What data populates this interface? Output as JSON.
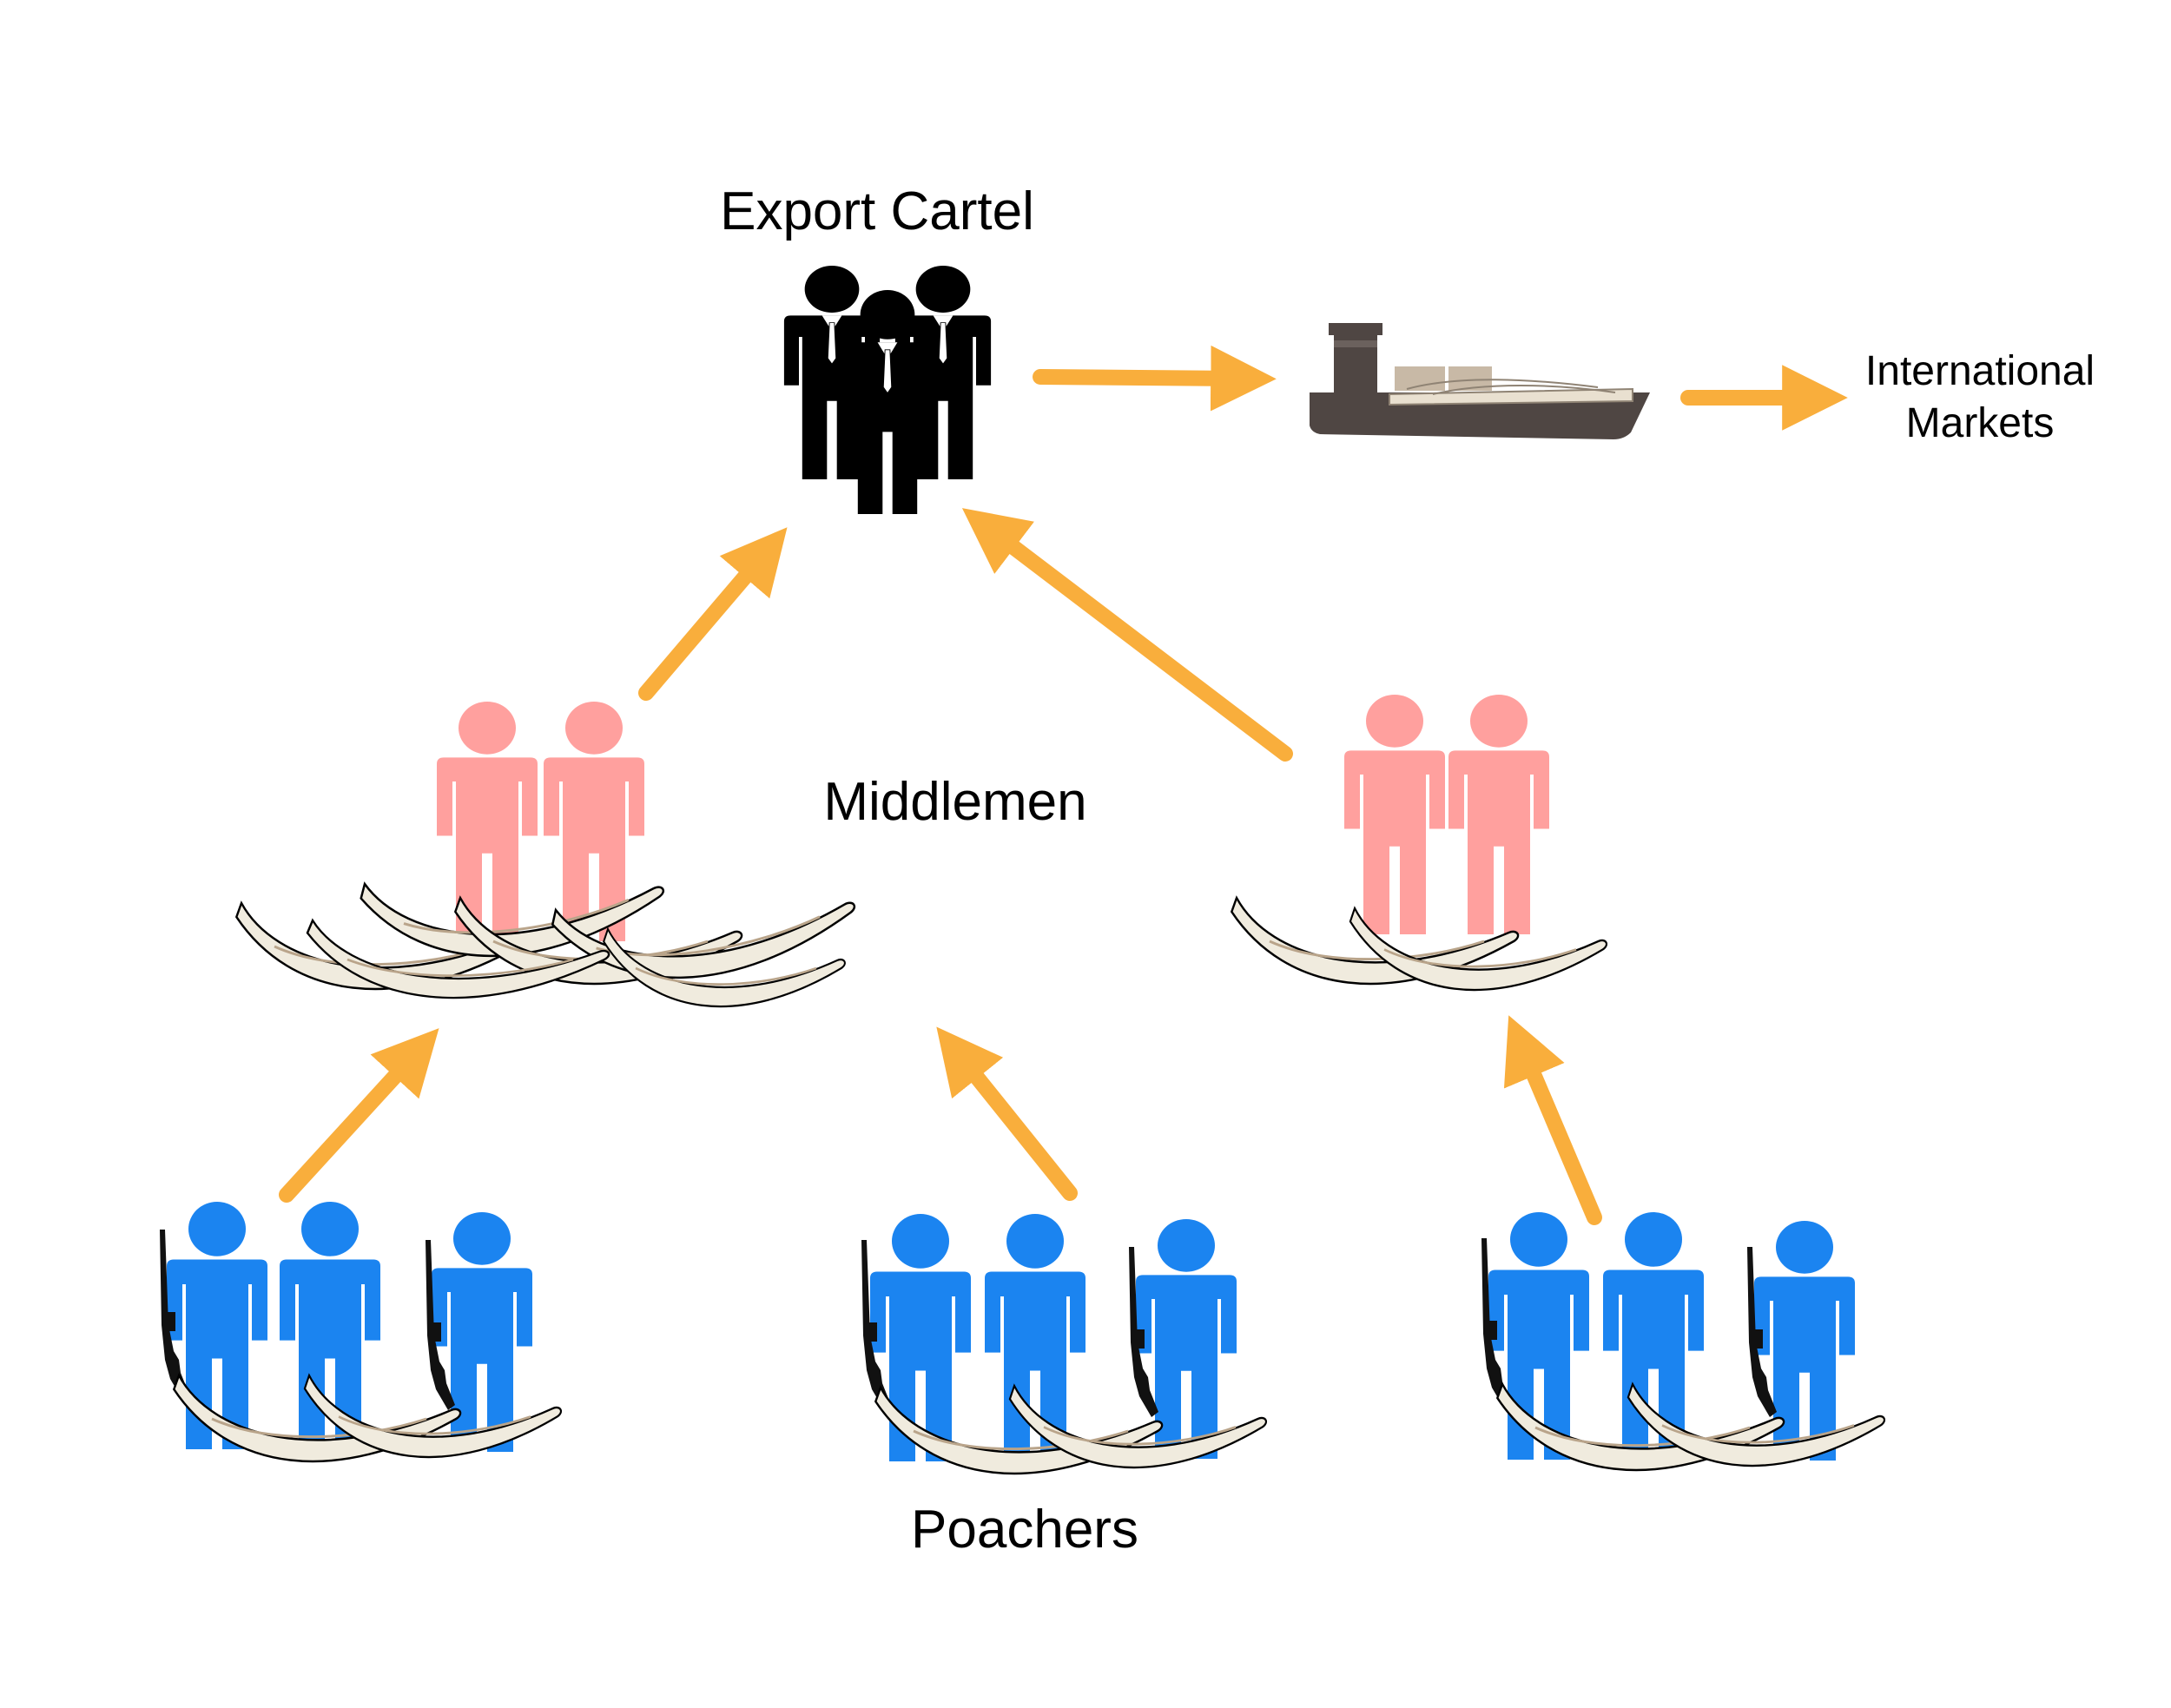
{
  "labels": {
    "export_cartel": "Export Cartel",
    "middlemen": "Middlemen",
    "poachers": "Poachers",
    "international_markets": "International Markets"
  },
  "colors": {
    "arrow": "#f9ae3c",
    "cartel": "#000000",
    "middlemen": "#ffa09e",
    "poachers": "#1b84f0",
    "tusk_fill": "#f0ebde",
    "tusk_outline": "#000000",
    "ship_hull": "#4f4643",
    "ship_cargo": "#c8b9a6"
  },
  "icons": [
    "cartel-group-icon",
    "cargo-ship-icon",
    "middlemen-group-icon",
    "poacher-group-icon",
    "ivory-tusks-icon",
    "rifle-icon",
    "flow-arrow-icon"
  ]
}
